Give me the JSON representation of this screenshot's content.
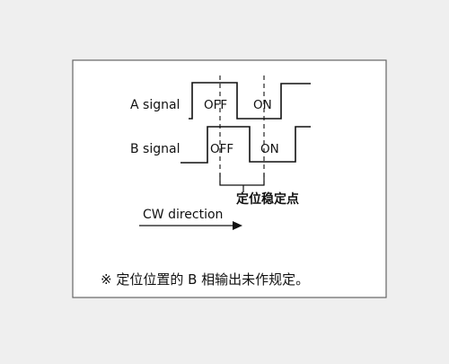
{
  "diagram": {
    "signals": [
      {
        "name": "A signal",
        "off_label": "OFF",
        "on_label": "ON"
      },
      {
        "name": "B signal",
        "off_label": "OFF",
        "on_label": "ON"
      }
    ],
    "stable_point_label": "定位稳定点",
    "direction_label": "CW direction",
    "note": "※ 定位位置的 B 相输出未作规定。",
    "colors": {
      "background": "#efefef",
      "panel": "#ffffff",
      "border": "#666666",
      "line": "#111111"
    }
  }
}
